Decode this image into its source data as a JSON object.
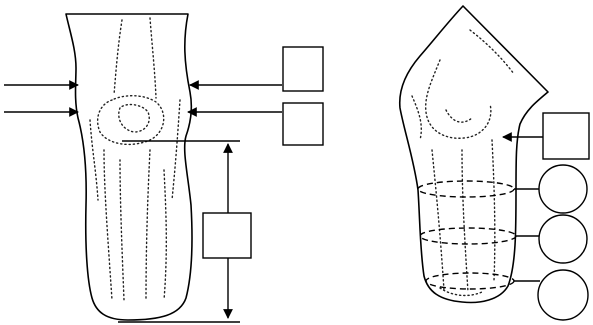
{
  "figure": {
    "left_panel": {
      "view": "front",
      "arrows_in": 4,
      "boxes": 3,
      "height_marker": true
    },
    "right_panel": {
      "view": "side",
      "arrows_in": 1,
      "boxes": 1,
      "circles": 3,
      "rings": 3
    },
    "colors": {
      "ink": "#000000",
      "background": "#ffffff"
    }
  }
}
